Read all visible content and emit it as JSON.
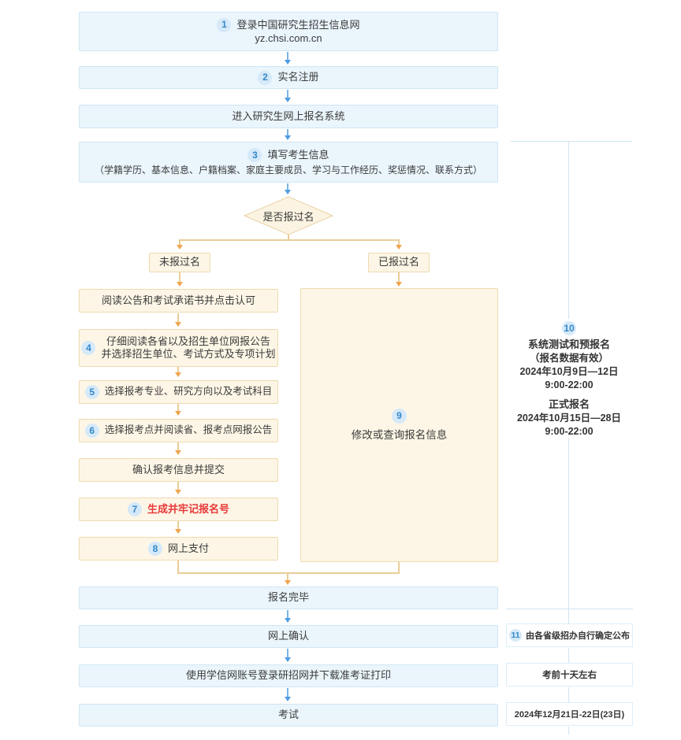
{
  "flow": {
    "top": [
      {
        "num": "1",
        "line1": "登录中国研究生招生信息网",
        "line2": "yz.chsi.com.cn"
      },
      {
        "num": "2",
        "label": "实名注册"
      },
      {
        "label": "进入研究生网上报名系统"
      },
      {
        "num": "3",
        "label": "填写考生信息",
        "detail": "（学籍学历、基本信息、户籍档案、家庭主要成员、学习与工作经历、奖惩情况、联系方式）"
      }
    ],
    "decision": {
      "label": "是否报过名",
      "no": "未报过名",
      "yes": "已报过名"
    },
    "left_steps": [
      {
        "label": "阅读公告和考试承诺书并点击认可"
      },
      {
        "num": "4",
        "line1": "仔细阅读各省以及招生单位网报公告",
        "line2": "并选择招生单位、考试方式及专项计划"
      },
      {
        "num": "5",
        "label": "选择报考专业、研究方向以及考试科目"
      },
      {
        "num": "6",
        "label": "选择报考点并阅读省、报考点网报公告"
      },
      {
        "label": "确认报考信息并提交"
      },
      {
        "num": "7",
        "label": "生成并牢记报名号"
      },
      {
        "num": "8",
        "label": "网上支付"
      }
    ],
    "right_box": {
      "num": "9",
      "label": "修改或查询报名信息"
    },
    "bottom": [
      {
        "label": "报名完毕"
      },
      {
        "label": "网上确认"
      },
      {
        "label": "使用学信网账号登录研招网并下载准考证打印"
      },
      {
        "label": "考试"
      }
    ]
  },
  "notes": {
    "schedule": {
      "num": "10",
      "title1": "系统测试和预报名",
      "sub1": "（报名数据有效）",
      "date1": "2024年10月9日—12日",
      "time1": "9:00-22:00",
      "title2": "正式报名",
      "date2": "2024年10月15日—28日",
      "time2": "9:00-22:00"
    },
    "confirm": {
      "num": "11",
      "label": "由各省级招办自行确定公布"
    },
    "download": {
      "label": "考前十天左右"
    },
    "exam": {
      "label": "2024年12月21日-22日(23日)"
    }
  },
  "colors": {
    "blue_fill": "#eaf5fc",
    "blue_border": "#cfe6f4",
    "cream_fill": "#fdf6e6",
    "cream_border": "#eedaae",
    "arrow_blue": "#4f9ce0",
    "arrow_orange": "#f0a54e",
    "circle_bg": "#d5e9f9",
    "circle_text": "#3488c8",
    "highlight_red": "#e83a3a",
    "bracket_line": "#cfe4f2"
  }
}
